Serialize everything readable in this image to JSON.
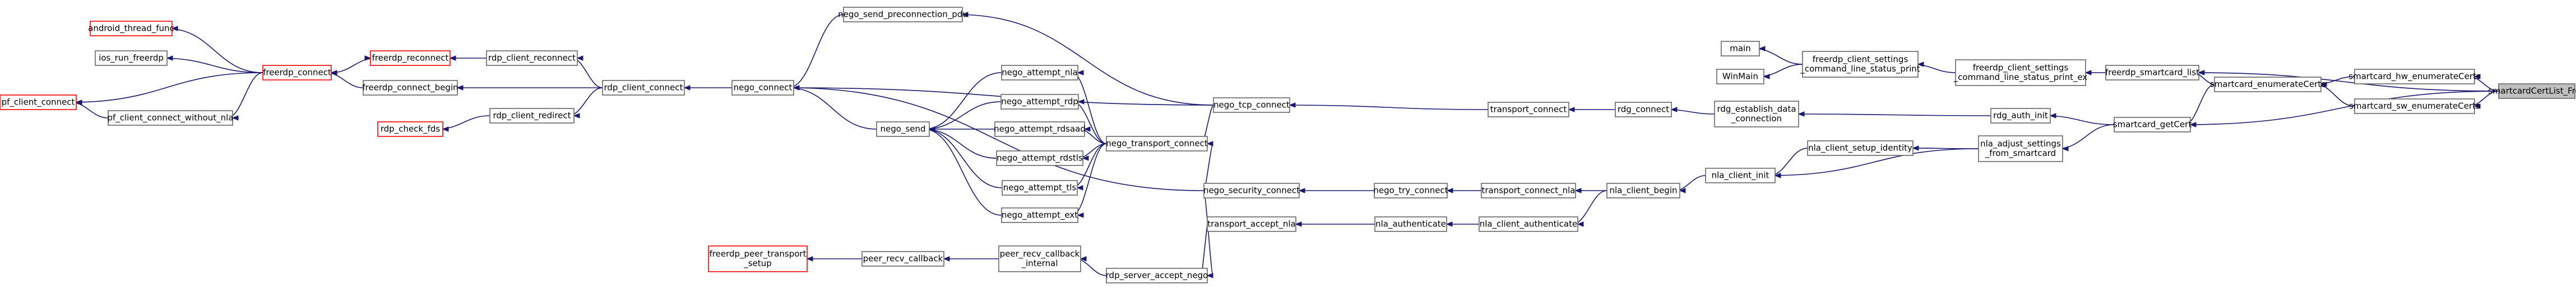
{
  "graph": {
    "nodes": [
      {
        "id": "android_thread_func",
        "lines": [
          "android_thread_func"
        ],
        "red": true
      },
      {
        "id": "ios_run_freerdp",
        "lines": [
          "ios_run_freerdp"
        ],
        "red": false
      },
      {
        "id": "pf_client_connect",
        "lines": [
          "pf_client_connect"
        ],
        "red": true
      },
      {
        "id": "pf_client_connect_without_nla",
        "lines": [
          "pf_client_connect_without_nla"
        ],
        "red": false
      },
      {
        "id": "freerdp_connect",
        "lines": [
          "freerdp_connect"
        ],
        "red": true
      },
      {
        "id": "freerdp_reconnect",
        "lines": [
          "freerdp_reconnect"
        ],
        "red": true
      },
      {
        "id": "freerdp_connect_begin",
        "lines": [
          "freerdp_connect_begin"
        ],
        "red": false
      },
      {
        "id": "rdp_check_fds",
        "lines": [
          "rdp_check_fds"
        ],
        "red": true
      },
      {
        "id": "rdp_client_reconnect",
        "lines": [
          "rdp_client_reconnect"
        ],
        "red": false
      },
      {
        "id": "rdp_client_redirect",
        "lines": [
          "rdp_client_redirect"
        ],
        "red": false
      },
      {
        "id": "rdp_client_connect",
        "lines": [
          "rdp_client_connect"
        ],
        "red": false
      },
      {
        "id": "nego_connect",
        "lines": [
          "nego_connect"
        ],
        "red": false
      },
      {
        "id": "nego_send_preconnection_pdu",
        "lines": [
          "nego_send_preconnection_pdu"
        ],
        "red": false
      },
      {
        "id": "nego_send",
        "lines": [
          "nego_send"
        ],
        "red": false
      },
      {
        "id": "nego_attempt_nla",
        "lines": [
          "nego_attempt_nla"
        ],
        "red": false
      },
      {
        "id": "nego_attempt_rdp",
        "lines": [
          "nego_attempt_rdp"
        ],
        "red": false
      },
      {
        "id": "nego_attempt_rdsaad",
        "lines": [
          "nego_attempt_rdsaad"
        ],
        "red": false
      },
      {
        "id": "nego_attempt_rdstls",
        "lines": [
          "nego_attempt_rdstls"
        ],
        "red": false
      },
      {
        "id": "nego_attempt_tls",
        "lines": [
          "nego_attempt_tls"
        ],
        "red": false
      },
      {
        "id": "nego_attempt_ext",
        "lines": [
          "nego_attempt_ext"
        ],
        "red": false
      },
      {
        "id": "nego_transport_connect",
        "lines": [
          "nego_transport_connect"
        ],
        "red": false
      },
      {
        "id": "nego_tcp_connect",
        "lines": [
          "nego_tcp_connect"
        ],
        "red": false
      },
      {
        "id": "nego_security_connect",
        "lines": [
          "nego_security_connect"
        ],
        "red": false
      },
      {
        "id": "nego_try_connect",
        "lines": [
          "nego_try_connect"
        ],
        "red": false
      },
      {
        "id": "freerdp_peer_transport_setup",
        "lines": [
          "freerdp_peer_transport",
          "_setup"
        ],
        "red": true
      },
      {
        "id": "peer_recv_callback",
        "lines": [
          "peer_recv_callback"
        ],
        "red": false
      },
      {
        "id": "peer_recv_callback_internal",
        "lines": [
          "peer_recv_callback",
          "_internal"
        ],
        "red": false
      },
      {
        "id": "rdp_server_accept_nego",
        "lines": [
          "rdp_server_accept_nego"
        ],
        "red": false
      },
      {
        "id": "transport_accept_nla",
        "lines": [
          "transport_accept_nla"
        ],
        "red": false
      },
      {
        "id": "nla_authenticate",
        "lines": [
          "nla_authenticate"
        ],
        "red": false
      },
      {
        "id": "nla_client_authenticate",
        "lines": [
          "nla_client_authenticate"
        ],
        "red": false
      },
      {
        "id": "transport_connect",
        "lines": [
          "transport_connect"
        ],
        "red": false
      },
      {
        "id": "transport_connect_nla",
        "lines": [
          "transport_connect_nla"
        ],
        "red": false
      },
      {
        "id": "rdg_connect",
        "lines": [
          "rdg_connect"
        ],
        "red": false
      },
      {
        "id": "nla_client_begin",
        "lines": [
          "nla_client_begin"
        ],
        "red": false
      },
      {
        "id": "rdg_establish_data_connection",
        "lines": [
          "rdg_establish_data",
          "_connection"
        ],
        "red": false
      },
      {
        "id": "nla_client_init",
        "lines": [
          "nla_client_init"
        ],
        "red": false
      },
      {
        "id": "nla_client_setup_identity",
        "lines": [
          "nla_client_setup_identity"
        ],
        "red": false
      },
      {
        "id": "main",
        "lines": [
          "main"
        ],
        "red": false
      },
      {
        "id": "WinMain",
        "lines": [
          "WinMain"
        ],
        "red": false
      },
      {
        "id": "freerdp_client_settings_command_line_status_print",
        "lines": [
          "freerdp_client_settings",
          "_command_line_status_print"
        ],
        "red": false
      },
      {
        "id": "freerdp_client_settings_command_line_status_print_ex",
        "lines": [
          "freerdp_client_settings",
          "_command_line_status_print_ex"
        ],
        "red": false
      },
      {
        "id": "rdg_auth_init",
        "lines": [
          "rdg_auth_init"
        ],
        "red": false
      },
      {
        "id": "nla_adjust_settings_from_smartcard",
        "lines": [
          "nla_adjust_settings",
          "_from_smartcard"
        ],
        "red": false
      },
      {
        "id": "freerdp_smartcard_list",
        "lines": [
          "freerdp_smartcard_list"
        ],
        "red": false
      },
      {
        "id": "smartcard_enumerateCerts",
        "lines": [
          "smartcard_enumerateCerts"
        ],
        "red": false
      },
      {
        "id": "smartcard_getCert",
        "lines": [
          "smartcard_getCert"
        ],
        "red": false
      },
      {
        "id": "smartcard_hw_enumerateCerts",
        "lines": [
          "smartcard_hw_enumerateCerts"
        ],
        "red": false
      },
      {
        "id": "smartcard_sw_enumerateCerts",
        "lines": [
          "smartcard_sw_enumerateCerts"
        ],
        "red": false
      },
      {
        "id": "smartcardCertList_Free",
        "lines": [
          "smartcardCertList_Free"
        ],
        "red": false,
        "root": true
      }
    ],
    "edges": [
      [
        "android_thread_func",
        "freerdp_connect"
      ],
      [
        "ios_run_freerdp",
        "freerdp_connect"
      ],
      [
        "pf_client_connect",
        "freerdp_connect"
      ],
      [
        "pf_client_connect",
        "pf_client_connect_without_nla"
      ],
      [
        "pf_client_connect_without_nla",
        "freerdp_connect"
      ],
      [
        "freerdp_connect",
        "freerdp_connect_begin"
      ],
      [
        "freerdp_reconnect",
        "freerdp_connect"
      ],
      [
        "freerdp_reconnect",
        "rdp_client_reconnect"
      ],
      [
        "freerdp_connect_begin",
        "rdp_client_connect"
      ],
      [
        "rdp_client_reconnect",
        "rdp_client_connect"
      ],
      [
        "rdp_check_fds",
        "rdp_client_redirect"
      ],
      [
        "rdp_client_redirect",
        "rdp_client_connect"
      ],
      [
        "rdp_client_connect",
        "nego_connect"
      ],
      [
        "nego_connect",
        "nego_send_preconnection_pdu"
      ],
      [
        "nego_connect",
        "nego_tcp_connect"
      ],
      [
        "nego_connect",
        "nego_send"
      ],
      [
        "nego_connect",
        "nego_security_connect"
      ],
      [
        "nego_send",
        "nego_attempt_nla"
      ],
      [
        "nego_send",
        "nego_attempt_rdp"
      ],
      [
        "nego_send",
        "nego_attempt_rdsaad"
      ],
      [
        "nego_send",
        "nego_attempt_rdstls"
      ],
      [
        "nego_send",
        "nego_attempt_tls"
      ],
      [
        "nego_send",
        "nego_attempt_ext"
      ],
      [
        "nego_attempt_nla",
        "nego_transport_connect"
      ],
      [
        "nego_attempt_rdp",
        "nego_transport_connect"
      ],
      [
        "nego_attempt_rdsaad",
        "nego_transport_connect"
      ],
      [
        "nego_attempt_rdstls",
        "nego_transport_connect"
      ],
      [
        "nego_attempt_tls",
        "nego_transport_connect"
      ],
      [
        "nego_attempt_ext",
        "nego_transport_connect"
      ],
      [
        "nego_send_preconnection_pdu",
        "nego_tcp_connect"
      ],
      [
        "nego_transport_connect",
        "nego_tcp_connect"
      ],
      [
        "nego_transport_connect",
        "nego_security_connect"
      ],
      [
        "nego_tcp_connect",
        "transport_connect"
      ],
      [
        "nego_security_connect",
        "nego_try_connect"
      ],
      [
        "nego_try_connect",
        "transport_connect_nla"
      ],
      [
        "freerdp_peer_transport_setup",
        "peer_recv_callback"
      ],
      [
        "peer_recv_callback",
        "peer_recv_callback_internal"
      ],
      [
        "peer_recv_callback_internal",
        "rdp_server_accept_nego"
      ],
      [
        "rdp_server_accept_nego",
        "nego_security_connect"
      ],
      [
        "rdp_server_accept_nego",
        "transport_accept_nla"
      ],
      [
        "transport_accept_nla",
        "nla_authenticate"
      ],
      [
        "nla_authenticate",
        "nla_client_authenticate"
      ],
      [
        "nla_client_authenticate",
        "nla_client_begin"
      ],
      [
        "transport_connect_nla",
        "nla_client_begin"
      ],
      [
        "transport_connect",
        "rdg_connect"
      ],
      [
        "rdg_connect",
        "rdg_establish_data_connection"
      ],
      [
        "rdg_establish_data_connection",
        "rdg_auth_init"
      ],
      [
        "nla_client_begin",
        "nla_client_init"
      ],
      [
        "nla_client_init",
        "nla_client_setup_identity"
      ],
      [
        "nla_client_init",
        "nla_adjust_settings_from_smartcard"
      ],
      [
        "nla_client_setup_identity",
        "nla_adjust_settings_from_smartcard"
      ],
      [
        "rdg_auth_init",
        "smartcard_getCert"
      ],
      [
        "nla_adjust_settings_from_smartcard",
        "smartcard_getCert"
      ],
      [
        "main",
        "freerdp_client_settings_command_line_status_print"
      ],
      [
        "WinMain",
        "freerdp_client_settings_command_line_status_print"
      ],
      [
        "freerdp_client_settings_command_line_status_print",
        "freerdp_client_settings_command_line_status_print_ex"
      ],
      [
        "freerdp_client_settings_command_line_status_print_ex",
        "freerdp_smartcard_list"
      ],
      [
        "freerdp_smartcard_list",
        "smartcard_enumerateCerts"
      ],
      [
        "freerdp_smartcard_list",
        "smartcardCertList_Free"
      ],
      [
        "smartcard_enumerateCerts",
        "smartcard_hw_enumerateCerts"
      ],
      [
        "smartcard_enumerateCerts",
        "smartcard_sw_enumerateCerts"
      ],
      [
        "smartcard_getCert",
        "smartcard_enumerateCerts"
      ],
      [
        "smartcard_getCert",
        "smartcardCertList_Free"
      ],
      [
        "smartcard_hw_enumerateCerts",
        "smartcardCertList_Free"
      ],
      [
        "smartcard_sw_enumerateCerts",
        "smartcardCertList_Free"
      ]
    ]
  }
}
